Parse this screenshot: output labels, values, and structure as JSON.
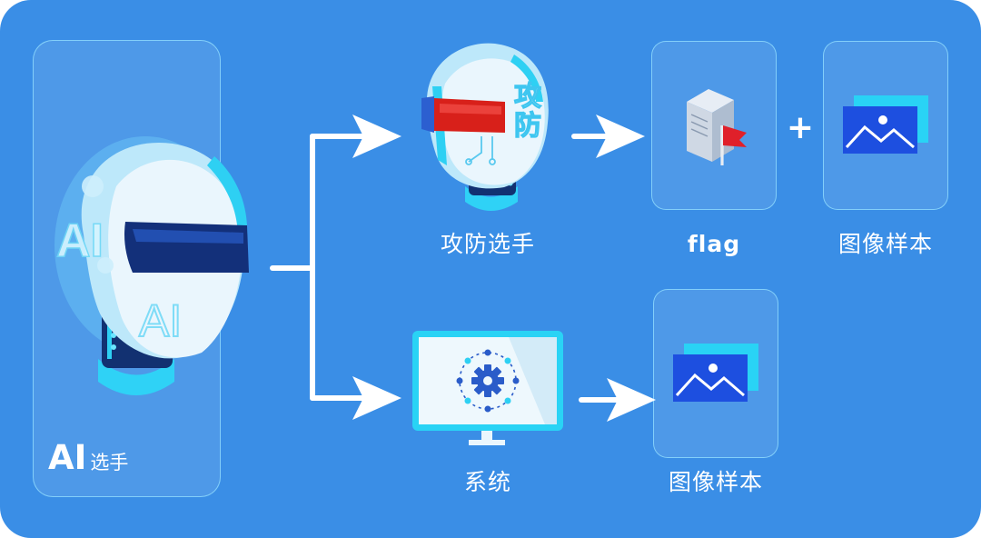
{
  "ai_player": {
    "title_big": "AI",
    "title_small": "选手",
    "helmet_text": "AI",
    "visor_text": "AI"
  },
  "attack_player": {
    "label": "攻防选手",
    "helmet_text_1": "攻",
    "helmet_text_2": "防"
  },
  "system": {
    "label": "系统"
  },
  "outputs": {
    "flag": {
      "label": "flag"
    },
    "plus": "+",
    "image_sample_1": {
      "label": "图像样本"
    },
    "image_sample_2": {
      "label": "图像样本"
    }
  },
  "icons": [
    "ai-helmet-icon",
    "attack-helmet-icon",
    "monitor-gear-icon",
    "server-flag-icon",
    "image-icon"
  ],
  "colors": {
    "background": "#3a8ee6",
    "card_border": "#96e1ff",
    "cyan": "#29d3f5",
    "navy": "#13307a",
    "red": "#d8201a",
    "white": "#ffffff"
  }
}
